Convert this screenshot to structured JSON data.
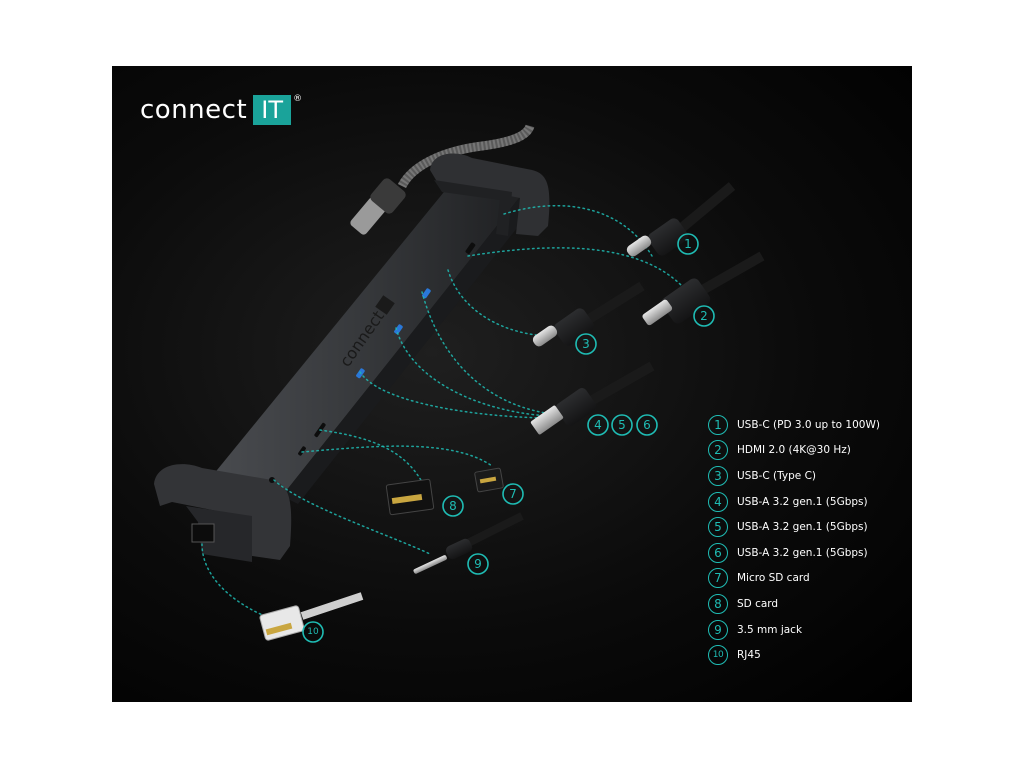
{
  "brand": {
    "word": "connect",
    "badge": "IT",
    "reg": "®",
    "hub_print": "connect"
  },
  "colors": {
    "accent": "#1fbcb4",
    "background": "#000000",
    "device": "#3a3c3f"
  },
  "ports": [
    {
      "num": "1",
      "label": "USB-C (PD 3.0 up to 100W)"
    },
    {
      "num": "2",
      "label": "HDMI 2.0 (4K@30 Hz)"
    },
    {
      "num": "3",
      "label": "USB-C (Type C)"
    },
    {
      "num": "4",
      "label": "USB-A 3.2 gen.1 (5Gbps)"
    },
    {
      "num": "5",
      "label": "USB-A 3.2 gen.1 (5Gbps)"
    },
    {
      "num": "6",
      "label": "USB-A 3.2 gen.1 (5Gbps)"
    },
    {
      "num": "7",
      "label": "Micro SD card"
    },
    {
      "num": "8",
      "label": "SD card"
    },
    {
      "num": "9",
      "label": "3.5 mm jack"
    },
    {
      "num": "10",
      "label": "RJ45"
    }
  ]
}
